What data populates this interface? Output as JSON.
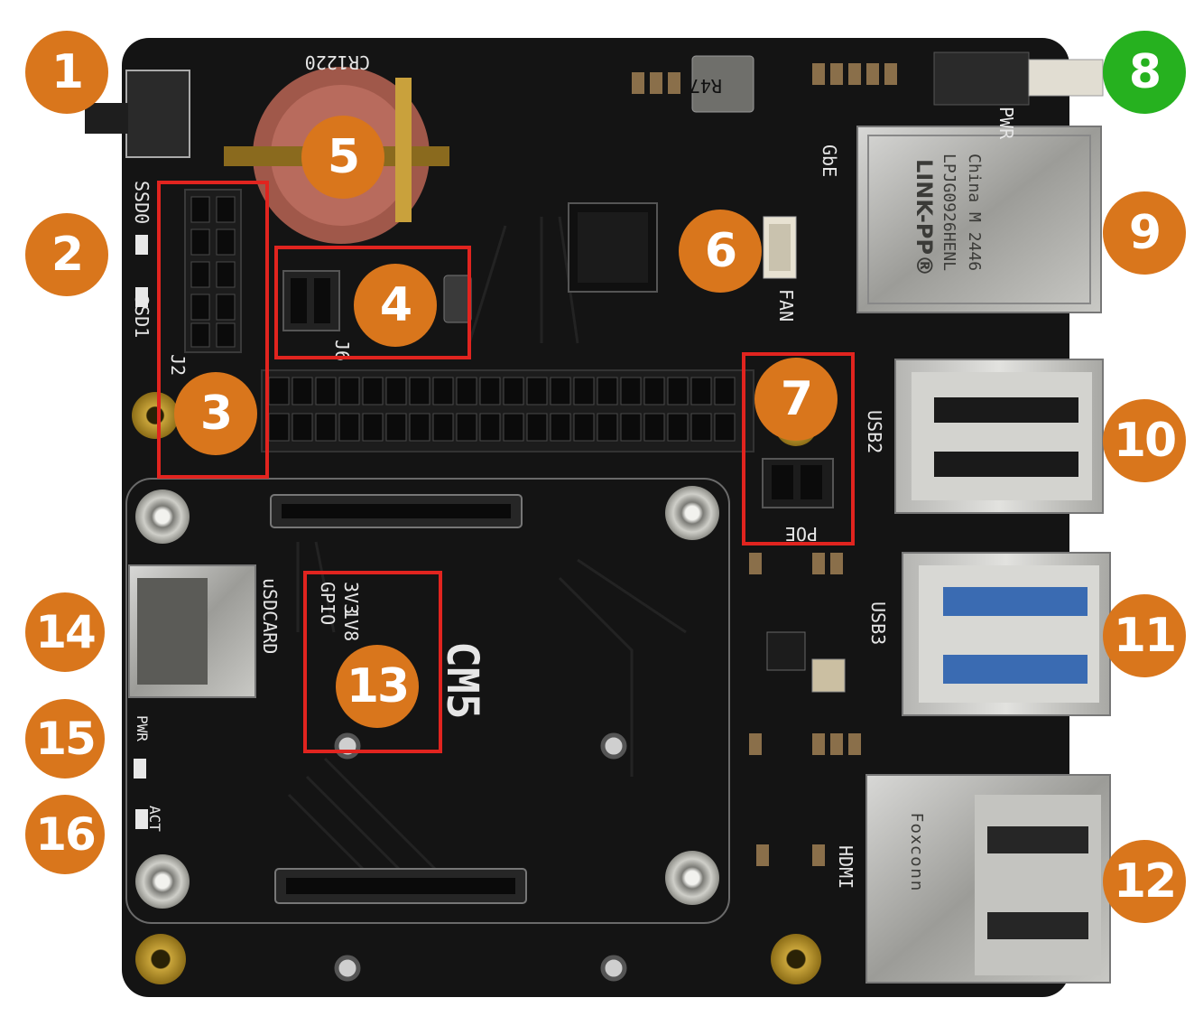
{
  "colors": {
    "callout_orange": "#d9761c",
    "callout_green": "#26b11f",
    "highlight_red": "#e1241f",
    "pcb": "#141414",
    "silkscreen": "#e6e6e6"
  },
  "callouts": [
    "1",
    "2",
    "3",
    "4",
    "5",
    "6",
    "7",
    "8",
    "9",
    "10",
    "11",
    "12",
    "13",
    "14",
    "15",
    "16"
  ],
  "silkscreen": {
    "battery": "CR1220",
    "inductor": "R47",
    "ssd0": "SSD0",
    "ssd1": "SSD1",
    "j2": "J2",
    "j6": "J6",
    "fan": "FAN",
    "gbe": "GbE",
    "pwr_button": "PWR",
    "usb2": "USB2",
    "usb3": "USB3",
    "poe": "POE",
    "hdmi": "HDMI",
    "usdcard": "uSDCARD",
    "gpio": "GPIO",
    "v33": "3V3",
    "v18": "1V8",
    "module": "CM5",
    "led_pwr": "PWR",
    "led_act": "ACT",
    "eth_brand": "LINK-PP®",
    "eth_part": "LPJG0926HENL",
    "eth_origin": "China M 2446",
    "hdmi_brand": "Foxconn"
  }
}
